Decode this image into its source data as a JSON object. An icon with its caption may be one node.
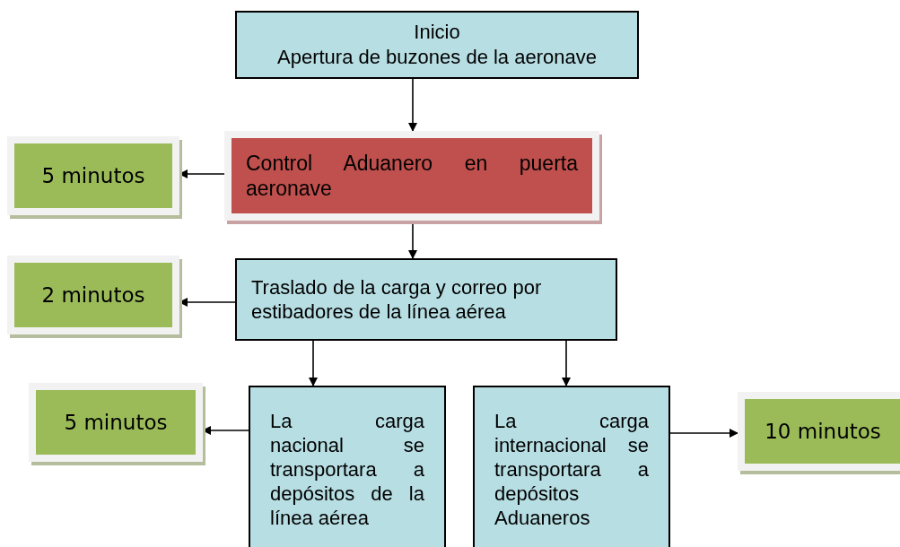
{
  "diagram": {
    "nodes": [
      {
        "text": [
          "Inicio",
          "Apertura de buzones de la aeronave"
        ]
      },
      {
        "text": [
          "Control Aduanero en puerta aeronave"
        ]
      },
      {
        "text": [
          "5 minutos"
        ]
      },
      {
        "text": [
          "Traslado de la carga y correo por estibadores de la línea aérea"
        ]
      },
      {
        "text": [
          "2 minutos"
        ]
      },
      {
        "text": [
          "La carga nacional se transportara a depósitos de la línea aérea"
        ]
      },
      {
        "text": [
          "La carga internacional se transportara a depósitos Aduaneros"
        ]
      },
      {
        "text": [
          "5 minutos"
        ]
      },
      {
        "text": [
          "10 minutos"
        ]
      }
    ],
    "edges": [
      {
        "from": 0,
        "to": 1,
        "arrow": "to"
      },
      {
        "from": 1,
        "to": 2,
        "arrow": "to"
      },
      {
        "from": 1,
        "to": 3,
        "arrow": "to"
      },
      {
        "from": 3,
        "to": 4,
        "arrow": "to"
      },
      {
        "from": 3,
        "to": 5,
        "arrow": "to"
      },
      {
        "from": 3,
        "to": 6,
        "arrow": "to"
      },
      {
        "from": 5,
        "to": 7,
        "arrow": "to"
      },
      {
        "from": 6,
        "to": 8,
        "arrow": "to"
      }
    ]
  }
}
